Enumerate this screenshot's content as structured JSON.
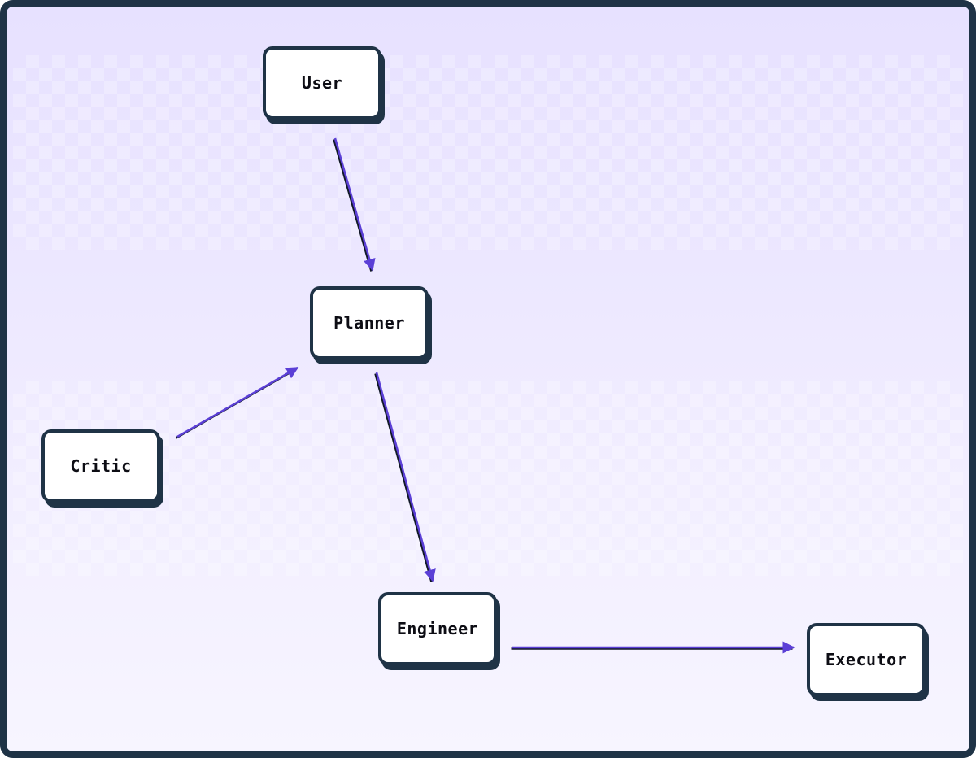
{
  "nodes": {
    "user": "User",
    "planner": "Planner",
    "critic": "Critic",
    "engineer": "Engineer",
    "executor": "Executor"
  },
  "edges": [
    {
      "from": "user",
      "to": "planner"
    },
    {
      "from": "critic",
      "to": "planner"
    },
    {
      "from": "planner",
      "to": "engineer"
    },
    {
      "from": "engineer",
      "to": "executor"
    }
  ],
  "colors": {
    "border": "#1f3346",
    "arrow": "#5b3fd6",
    "background": "#ece7ff"
  }
}
